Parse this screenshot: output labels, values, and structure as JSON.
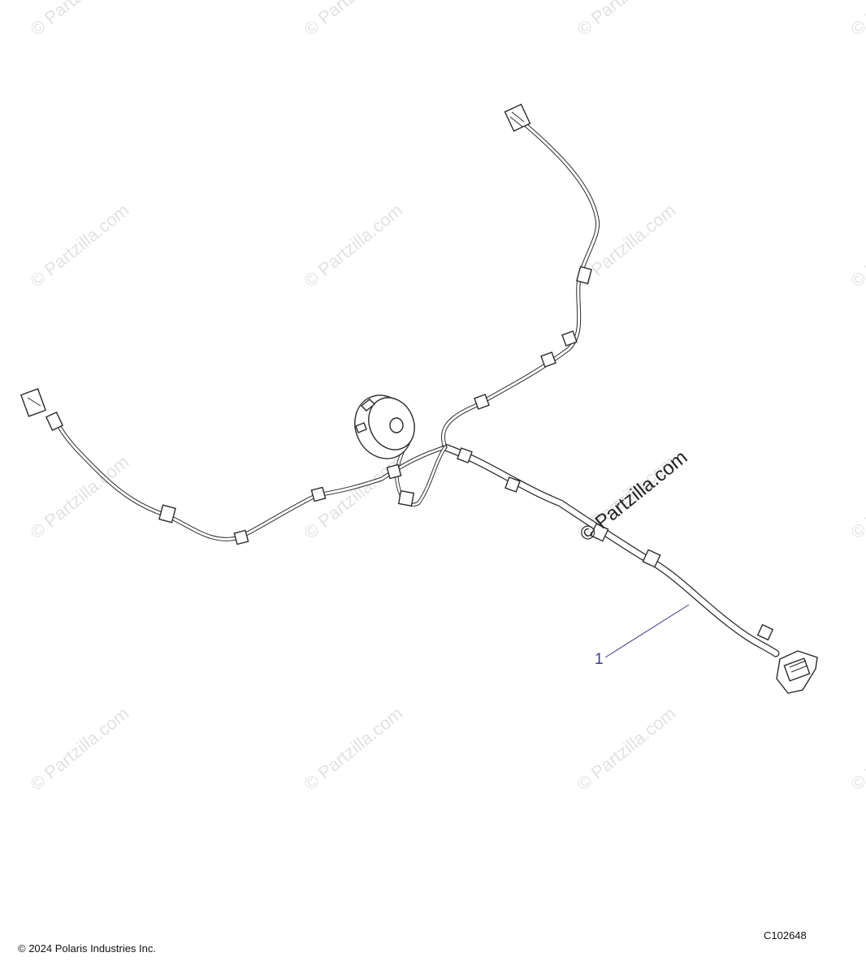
{
  "watermark": {
    "text": "© Partzilla.com"
  },
  "callouts": [
    {
      "label": "1"
    }
  ],
  "footer": {
    "copyright": "© 2024 Polaris Industries Inc.",
    "figure_code": "C102648"
  }
}
